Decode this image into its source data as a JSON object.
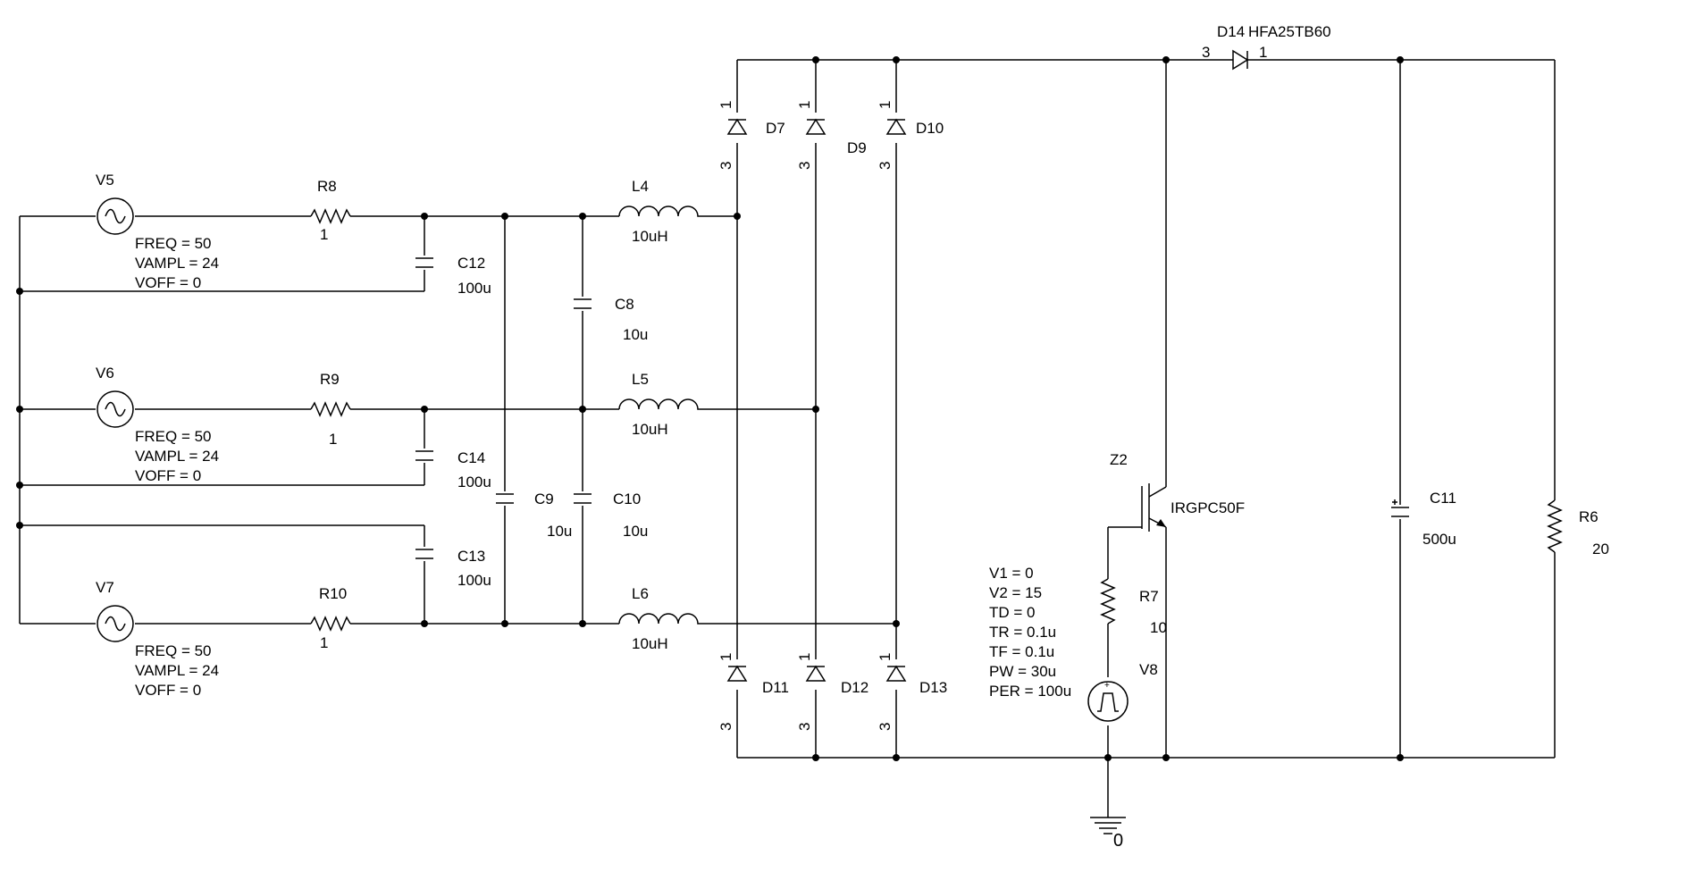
{
  "sources": [
    {
      "id": "V5",
      "freq": "FREQ = 50",
      "vampl": "VAMPL = 24",
      "voff": "VOFF = 0"
    },
    {
      "id": "V6",
      "freq": "FREQ = 50",
      "vampl": "VAMPL = 24",
      "voff": "VOFF = 0"
    },
    {
      "id": "V7",
      "freq": "FREQ = 50",
      "vampl": "VAMPL = 24",
      "voff": "VOFF = 0"
    }
  ],
  "resistors": {
    "r8": {
      "id": "R8",
      "value": "1"
    },
    "r9": {
      "id": "R9",
      "value": "1"
    },
    "r10": {
      "id": "R10",
      "value": "1"
    },
    "r7": {
      "id": "R7",
      "value": "10"
    },
    "r6": {
      "id": "R6",
      "value": "20"
    }
  },
  "capacitors": {
    "c12": {
      "id": "C12",
      "value": "100u"
    },
    "c14": {
      "id": "C14",
      "value": "100u"
    },
    "c13": {
      "id": "C13",
      "value": "100u"
    },
    "c8": {
      "id": "C8",
      "value": "10u"
    },
    "c9": {
      "id": "C9",
      "value": "10u"
    },
    "c10": {
      "id": "C10",
      "value": "10u"
    },
    "c11": {
      "id": "C11",
      "value": "500u"
    }
  },
  "inductors": {
    "l4": {
      "id": "L4",
      "value": "10uH"
    },
    "l5": {
      "id": "L5",
      "value": "10uH"
    },
    "l6": {
      "id": "L6",
      "value": "10uH"
    }
  },
  "diodes": {
    "d7": "D7",
    "d9": "D9",
    "d10": "D10",
    "d11": "D11",
    "d12": "D12",
    "d13": "D13",
    "d14": "D14",
    "d14_part": "HFA25TB60",
    "pin_anode": "1",
    "pin_cathode": "3",
    "d14_pin_left": "3",
    "d14_pin_right": "1"
  },
  "igbt": {
    "id": "Z2",
    "part": "IRGPC50F"
  },
  "pulse_source": {
    "id": "V8",
    "params": [
      "V1 = 0",
      "V2 = 15",
      "TD = 0",
      "TR = 0.1u",
      "TF = 0.1u",
      "PW = 30u",
      "PER = 100u"
    ]
  },
  "ground": {
    "label": "0"
  }
}
